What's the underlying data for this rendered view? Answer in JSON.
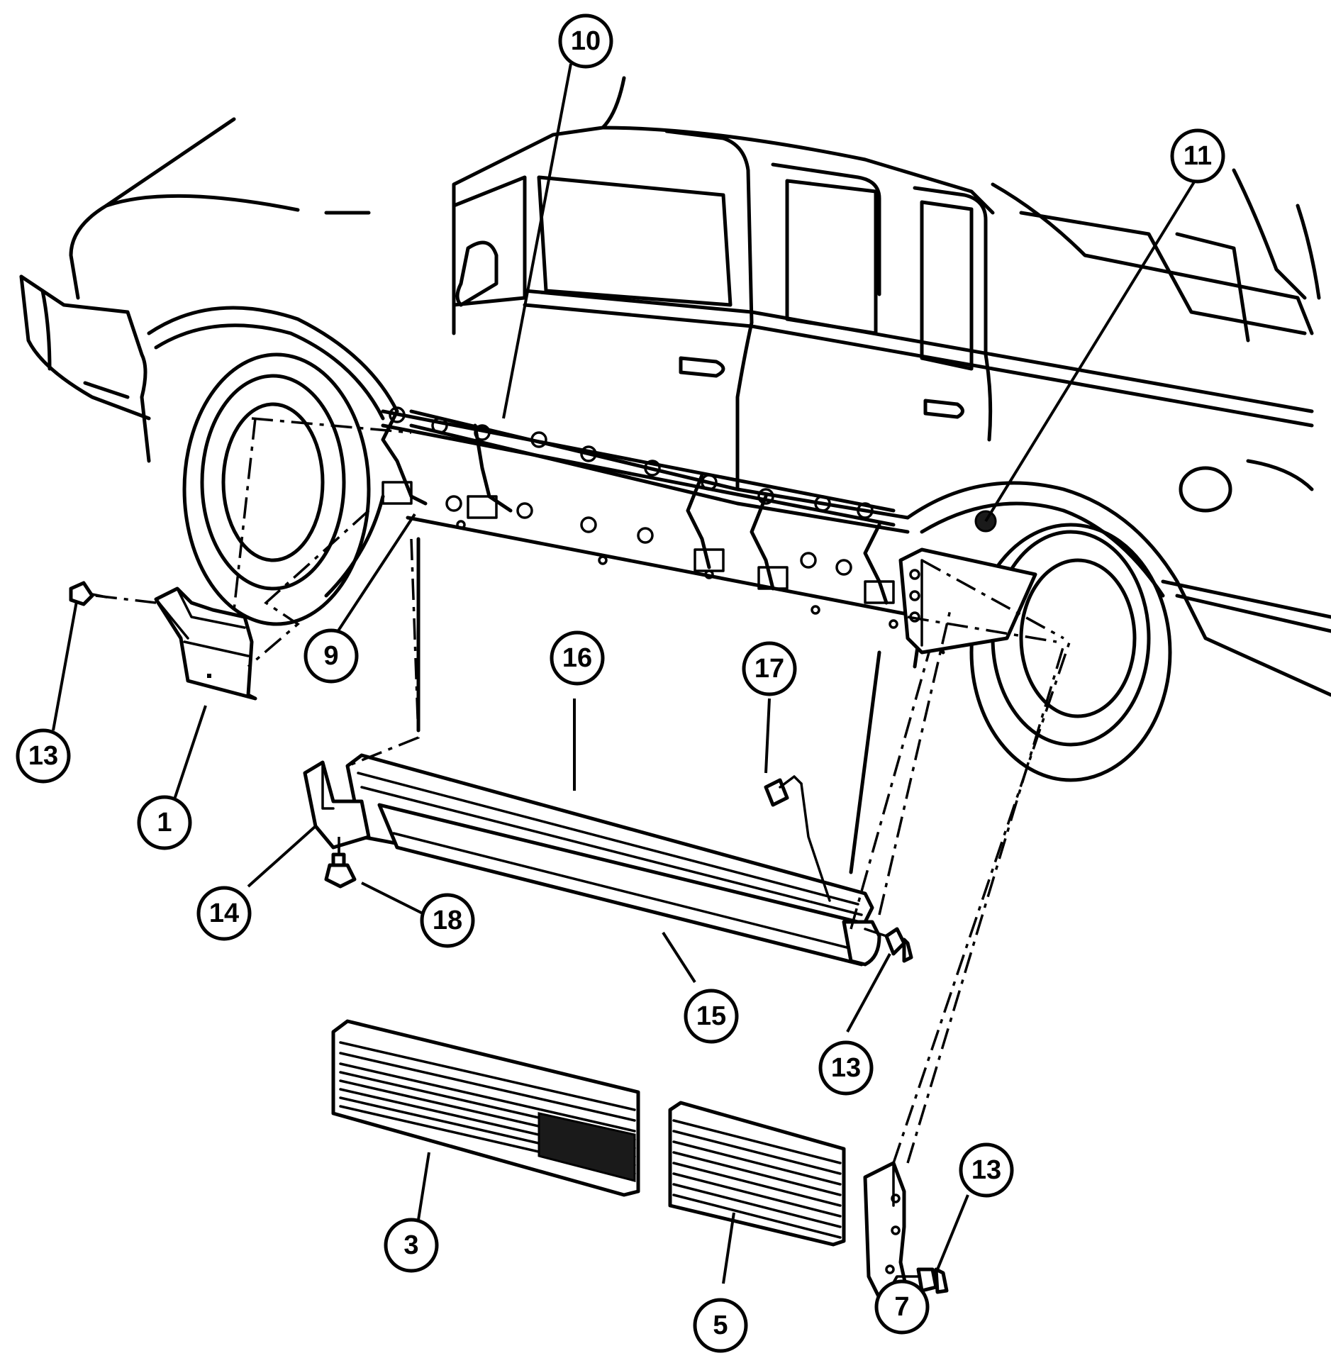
{
  "callouts": [
    {
      "id": "c10",
      "label": "10"
    },
    {
      "id": "c11",
      "label": "11"
    },
    {
      "id": "c9",
      "label": "9"
    },
    {
      "id": "c13a",
      "label": "13"
    },
    {
      "id": "c1",
      "label": "1"
    },
    {
      "id": "c16",
      "label": "16"
    },
    {
      "id": "c17",
      "label": "17"
    },
    {
      "id": "c14",
      "label": "14"
    },
    {
      "id": "c18",
      "label": "18"
    },
    {
      "id": "c15",
      "label": "15"
    },
    {
      "id": "c13b",
      "label": "13"
    },
    {
      "id": "c3",
      "label": "3"
    },
    {
      "id": "c5",
      "label": "5"
    },
    {
      "id": "c13c",
      "label": "13"
    },
    {
      "id": "c7",
      "label": "7"
    }
  ]
}
